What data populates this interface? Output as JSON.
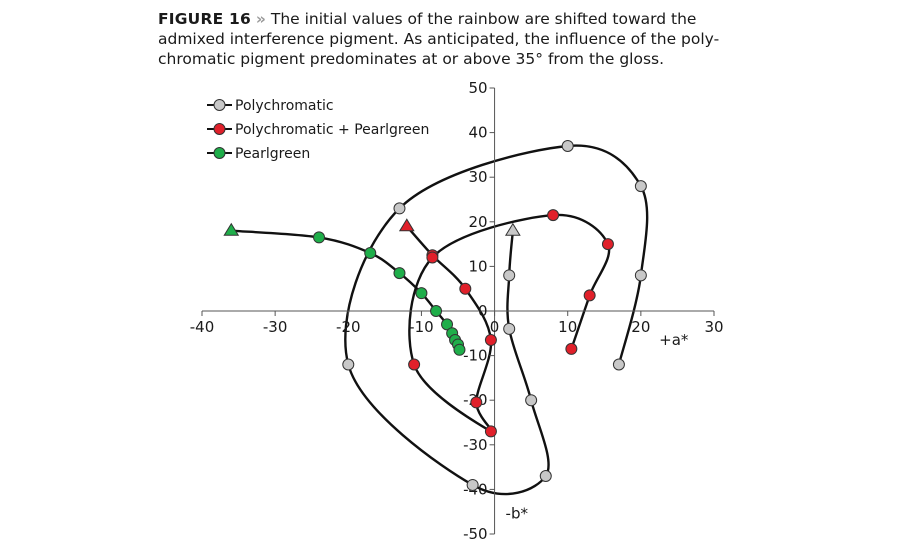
{
  "caption": {
    "figure_number": "FIGURE 16",
    "separator": "»",
    "text": "The initial values of the rainbow are shifted toward the admixed interference pigment. As anticipated, the influence of the poly-chromatic pigment predominates at or above 35° from the gloss."
  },
  "chart_data": {
    "type": "scatter",
    "xlabel": "+a*",
    "ylabel": "-b*",
    "xlim": [
      -40,
      30
    ],
    "ylim": [
      -50,
      50
    ],
    "xticks": [
      -40,
      -30,
      -20,
      -10,
      0,
      10,
      20,
      30
    ],
    "yticks": [
      -50,
      -40,
      -30,
      -20,
      -10,
      0,
      10,
      20,
      30,
      40,
      50
    ],
    "x_tick_labels": [
      "-40",
      "-30",
      "-20",
      "-10",
      "0",
      "10",
      "20",
      "30"
    ],
    "y_tick_labels": [
      "-50",
      "-40",
      "-30",
      "-20",
      "-10",
      "0",
      "10",
      "20",
      "30",
      "40",
      "50"
    ],
    "legend_position": "top-left",
    "series": [
      {
        "name": "Polychromatic",
        "color": "#c8c8c8",
        "points": [
          [
            2.5,
            18
          ],
          [
            2,
            8
          ],
          [
            2,
            -4
          ],
          [
            5,
            -20
          ],
          [
            7,
            -37
          ],
          [
            -3,
            -39
          ],
          [
            -20,
            -12
          ],
          [
            -13,
            23
          ],
          [
            10,
            37
          ],
          [
            20,
            28
          ],
          [
            20,
            8
          ],
          [
            17,
            -12
          ]
        ]
      },
      {
        "name": "Polychromatic + Pearlgreen",
        "color": "#e0202a",
        "points": [
          [
            -12,
            19
          ],
          [
            -8.5,
            12.5
          ],
          [
            -4,
            5
          ],
          [
            -0.5,
            -6.5
          ],
          [
            -2.5,
            -20.5
          ],
          [
            -0.5,
            -27
          ],
          [
            -11,
            -12
          ],
          [
            -8.5,
            12
          ],
          [
            8,
            21.5
          ],
          [
            15.5,
            15
          ],
          [
            13,
            3.5
          ],
          [
            10.5,
            -8.5
          ]
        ]
      },
      {
        "name": "Pearlgreen",
        "color": "#1fae4a",
        "points": [
          [
            -36,
            18
          ],
          [
            -24,
            16.5
          ],
          [
            -17,
            13
          ],
          [
            -13,
            8.5
          ],
          [
            -10,
            4
          ],
          [
            -8,
            0
          ],
          [
            -6.5,
            -3
          ],
          [
            -5.8,
            -5
          ],
          [
            -5.4,
            -6.5
          ],
          [
            -5.0,
            -7.5
          ],
          [
            -4.8,
            -8.7
          ]
        ]
      }
    ]
  }
}
